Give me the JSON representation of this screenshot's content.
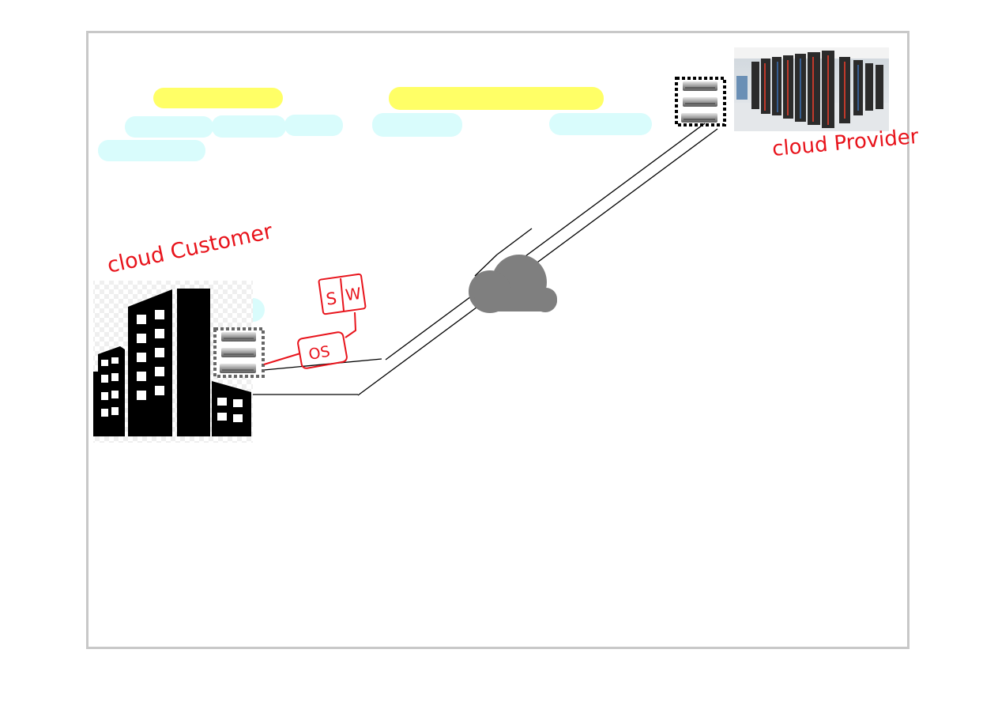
{
  "annotations": {
    "customer_label": "cloud Customer",
    "provider_label": "cloud Provider",
    "os_label": "OS",
    "sw_s": "S",
    "sw_w": "W"
  },
  "colors": {
    "slide_border": "#c8c8c8",
    "highlight_yellow": "#ffff66",
    "highlight_cyan": "#d9fcfc",
    "ink_red": "#e8141c",
    "cloud_gray": "#7f7f7f",
    "connector": "#000000",
    "server_dotted_box_customer": "#666666",
    "server_dotted_box_provider": "#000000"
  },
  "icons": [
    "office-buildings-icon",
    "server-rack-icon",
    "cloud-icon",
    "datacenter-photo"
  ]
}
